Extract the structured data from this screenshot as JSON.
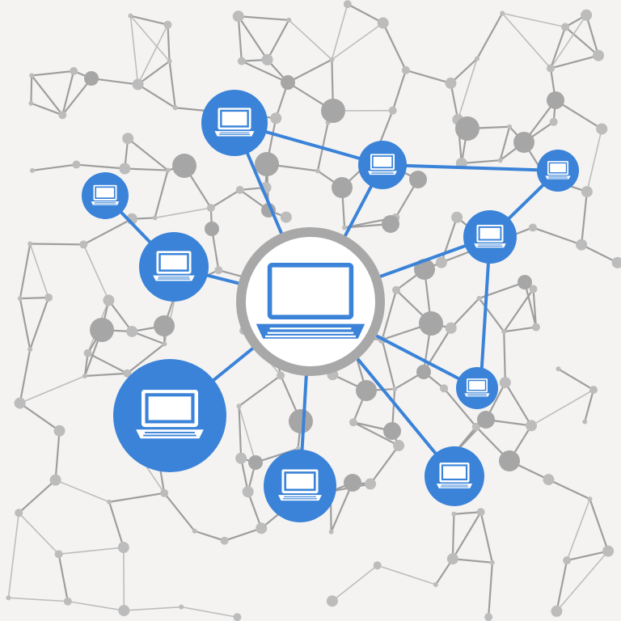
{
  "diagram": {
    "type": "network",
    "colors": {
      "background": "#f4f3f2",
      "mesh_line": "#bdbdbd",
      "mesh_node": "#bcbcbc",
      "link": "#3a83d8",
      "device_fill": "#3a83d8",
      "device_icon": "#ffffff",
      "hub_ring": "#a8a8a8",
      "hub_fill": "#ffffff"
    },
    "hub": {
      "icon": "laptop-icon"
    },
    "devices": [
      {
        "id": "d1",
        "icon": "laptop-icon"
      },
      {
        "id": "d2",
        "icon": "laptop-icon"
      },
      {
        "id": "d3",
        "icon": "laptop-icon"
      },
      {
        "id": "d4",
        "icon": "laptop-icon"
      },
      {
        "id": "d5",
        "icon": "laptop-icon"
      },
      {
        "id": "d6",
        "icon": "laptop-icon"
      },
      {
        "id": "d7",
        "icon": "laptop-icon"
      },
      {
        "id": "d8",
        "icon": "laptop-icon"
      },
      {
        "id": "d9",
        "icon": "laptop-icon"
      },
      {
        "id": "d10",
        "icon": "laptop-icon"
      },
      {
        "id": "d11",
        "icon": "laptop-icon"
      }
    ],
    "links": [
      [
        "hub",
        "d1"
      ],
      [
        "hub",
        "d3"
      ],
      [
        "hub",
        "d4"
      ],
      [
        "hub",
        "d5"
      ],
      [
        "hub",
        "d6"
      ],
      [
        "hub",
        "d7"
      ],
      [
        "hub",
        "d8"
      ],
      [
        "hub",
        "d9"
      ],
      [
        "d1",
        "d4"
      ],
      [
        "d2",
        "d3"
      ],
      [
        "d4",
        "d10"
      ],
      [
        "d10",
        "d6"
      ],
      [
        "d6",
        "d11"
      ],
      [
        "d7",
        "d11"
      ]
    ]
  }
}
